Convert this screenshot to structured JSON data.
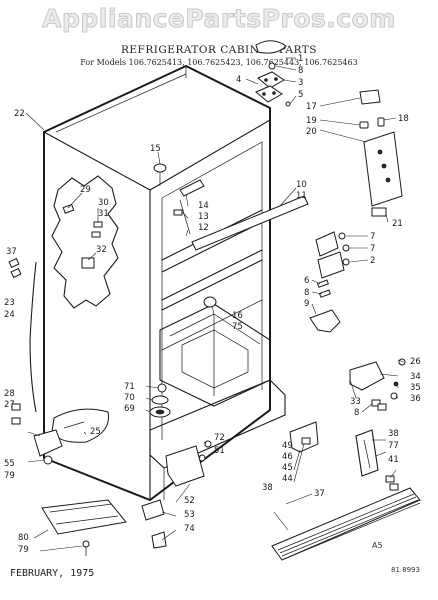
{
  "watermark": "AppliancePartsPros.com",
  "title": "REFRIGERATOR CABINET PARTS",
  "models": "For Models 106.7625413, 106.7625423, 106.7625443, 106.7625463",
  "footer_date": "FEBRUARY, 1975",
  "art_code": "A5",
  "sheet_id": "81 8993",
  "callouts": {
    "c1": "1",
    "c8a": "8",
    "c3": "3",
    "c4": "4",
    "c5": "5",
    "c17": "17",
    "c22": "22",
    "c19": "19",
    "c20": "20",
    "c18": "18",
    "c15": "15",
    "c29": "29",
    "c30": "30",
    "c31": "31",
    "c32": "32",
    "c37a": "37",
    "c14": "14",
    "c13": "13",
    "c12": "12",
    "c10": "10",
    "c11": "11",
    "c21": "21",
    "c7a": "7",
    "c7b": "7",
    "c2": "2",
    "c6": "6",
    "c8b": "8",
    "c9": "9",
    "c23": "23",
    "c24": "24",
    "c16": "16",
    "c75": "75",
    "c26": "26",
    "c34": "34",
    "c35": "35",
    "c36": "36",
    "c33": "33",
    "c8c": "8",
    "c71": "71",
    "c70": "70",
    "c69": "69",
    "c28": "28",
    "c27": "27",
    "c25": "25",
    "c49": "49",
    "c46": "46",
    "c45": "45",
    "c44": "44",
    "c38a": "38",
    "c77": "77",
    "c41": "41",
    "c72": "72",
    "c51": "51",
    "c55": "55",
    "c79a": "79",
    "c52": "52",
    "c53": "53",
    "c74": "74",
    "c38b": "38",
    "c37b": "37",
    "c80": "80",
    "c79b": "79"
  }
}
